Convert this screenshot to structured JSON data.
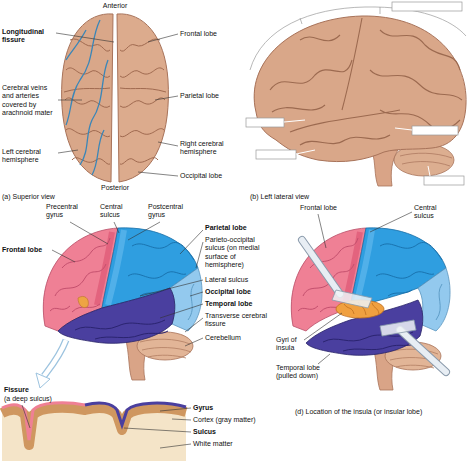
{
  "diagram": {
    "labels": [
      "Anterior",
      "Longitudinal fissure",
      "Cerebral veins and arteries covered by arachnoid mater",
      "Left cerebral hemisphere",
      "Frontal lobe",
      "Parietal lobe",
      "Right cerebral hemisphere",
      "Occipital lobe",
      "Posterior",
      "(a) Superior view",
      "(b) Left lateral view",
      "Precentral gyrus",
      "Central sulcus",
      "Postcentral gyrus",
      "Frontal lobe",
      "Parietal lobe",
      "Parieto-occipital sulcus (on medial surface of hemisphere)",
      "Lateral sulcus",
      "Occipital lobe",
      "Temporal lobe",
      "Transverse cerebral fissure",
      "Cerebellum",
      "Fissure",
      "(a deep sulcus)",
      "Gyrus",
      "Cortex (gray matter)",
      "Sulcus",
      "White matter",
      "Frontal lobe",
      "Central sulcus",
      "Gyri of insula",
      "Temporal lobe (pulled down)",
      "(d) Location of the insula (or insular lobe)"
    ]
  }
}
